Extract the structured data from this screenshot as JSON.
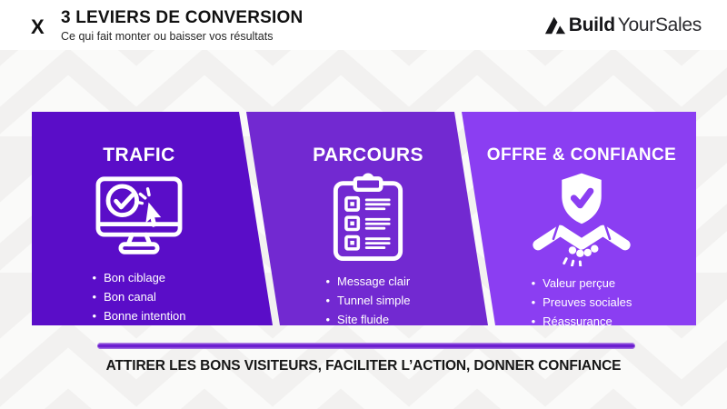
{
  "header": {
    "x_mark": "X",
    "title": "3 LEVIERS DE CONVERSION",
    "subtitle": "Ce qui fait monter ou baisser vos résultats"
  },
  "logo": {
    "mark_icon": "logo-mark-icon",
    "bold": "Build",
    "light": "YourSales"
  },
  "panels": [
    {
      "title": "TRAFIC",
      "icon": "monitor-click-icon",
      "color": "#5a0dc8",
      "bullets": [
        "Bon ciblage",
        "Bon canal",
        "Bonne intention"
      ]
    },
    {
      "title": "PARCOURS",
      "icon": "clipboard-checklist-icon",
      "color": "#7229d1",
      "bullets": [
        "Message clair",
        "Tunnel simple",
        "Site fluide"
      ]
    },
    {
      "title": "OFFRE & CONFIANCE",
      "icon": "shield-handshake-icon",
      "color": "#8b3ef2",
      "bullets": [
        "Valeur perçue",
        "Preuves sociales",
        "Réassurance"
      ]
    }
  ],
  "footer": {
    "caption": "ATTIRER LES BONS VISITEURS, FACILITER L’ACTION, DONNER CONFIANCE",
    "bar_color": "#6d1fd0"
  },
  "colors": {
    "background": "#f2f1f0",
    "pattern": "#fafaf9",
    "header_bg": "#ffffff",
    "text_dark": "#161616",
    "icon_stroke": "#ffffff"
  }
}
